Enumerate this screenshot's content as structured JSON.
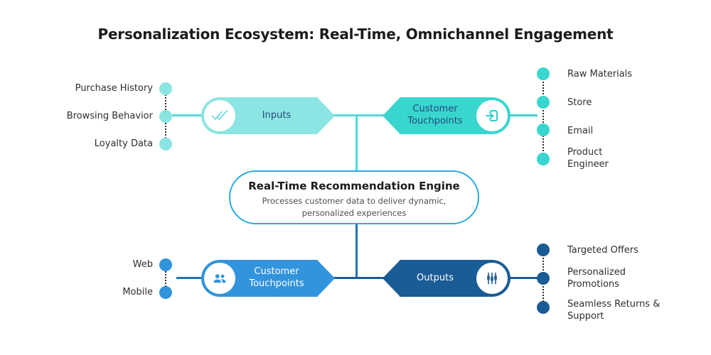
{
  "title": "Personalization Ecosystem: Real-Time, Omnichannel Engagement",
  "palette": {
    "light_teal": "#8BE5E2",
    "teal": "#38D6CF",
    "blue": "#3194DC",
    "dark_blue": "#1A5C95",
    "engine_border": "#29ABE2",
    "connector_teal": "#53DAD4",
    "connector_blue": "#2073B3"
  },
  "top_flow": {
    "left_items": [
      "Purchase History",
      "Browsing Behavior",
      "Loyalty Data"
    ],
    "inputs_node": {
      "label": "Inputs",
      "icon": "double-check-icon"
    },
    "touchpoints_node": {
      "label": "Customer Touchpoints",
      "icon": "login-arrow-icon"
    },
    "right_items": [
      "Raw Materials",
      "Store",
      "Email",
      "Product Engineer"
    ]
  },
  "engine": {
    "title": "Real-Time Recommendation Engine",
    "description": "Processes customer data to deliver dynamic, personalized experiences"
  },
  "bottom_flow": {
    "left_items": [
      "Web",
      "Mobile"
    ],
    "touchpoints_node": {
      "label": "Customer Touchpoints",
      "icon": "people-icon"
    },
    "outputs_node": {
      "label": "Outputs",
      "icon": "sliders-icon"
    },
    "right_items": [
      "Targeted Offers",
      "Personalized Promotions",
      "Seamless Returns & Support"
    ]
  }
}
